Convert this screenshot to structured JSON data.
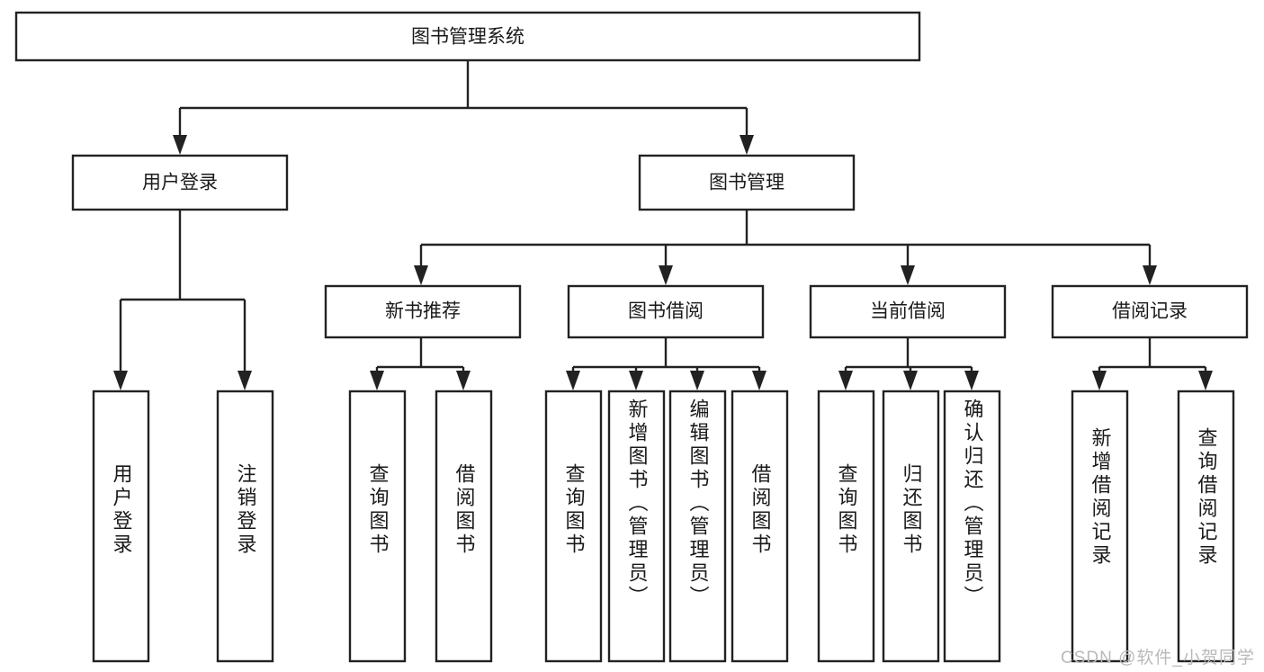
{
  "diagram": {
    "type": "tree",
    "title": "图书管理系统",
    "root": {
      "id": "root",
      "label": "图书管理系统",
      "orientation": "horizontal"
    },
    "level1": [
      {
        "id": "user-login",
        "label": "用户登录",
        "orientation": "horizontal"
      },
      {
        "id": "book-management",
        "label": "图书管理",
        "orientation": "horizontal"
      }
    ],
    "level2": [
      {
        "id": "new-book-recommend",
        "label": "新书推荐",
        "orientation": "horizontal",
        "parent": "book-management"
      },
      {
        "id": "book-borrow",
        "label": "图书借阅",
        "orientation": "horizontal",
        "parent": "book-management"
      },
      {
        "id": "current-borrow",
        "label": "当前借阅",
        "orientation": "horizontal",
        "parent": "book-management"
      },
      {
        "id": "borrow-record",
        "label": "借阅记录",
        "orientation": "horizontal",
        "parent": "book-management"
      }
    ],
    "leaves": [
      {
        "id": "leaf-user-login",
        "label": "用户登录",
        "orientation": "vertical",
        "parent": "user-login"
      },
      {
        "id": "leaf-user-logout",
        "label": "注销登录",
        "orientation": "vertical",
        "parent": "user-login"
      },
      {
        "id": "leaf-query-book-1",
        "label": "查询图书",
        "orientation": "vertical",
        "parent": "new-book-recommend"
      },
      {
        "id": "leaf-borrow-book-1",
        "label": "借阅图书",
        "orientation": "vertical",
        "parent": "new-book-recommend"
      },
      {
        "id": "leaf-query-book-2",
        "label": "查询图书",
        "orientation": "vertical",
        "parent": "book-borrow"
      },
      {
        "id": "leaf-add-book",
        "label": "新增图书（管理员）",
        "orientation": "vertical",
        "parent": "book-borrow"
      },
      {
        "id": "leaf-edit-book",
        "label": "编辑图书（管理员）",
        "orientation": "vertical",
        "parent": "book-borrow"
      },
      {
        "id": "leaf-borrow-book-2",
        "label": "借阅图书",
        "orientation": "vertical",
        "parent": "book-borrow"
      },
      {
        "id": "leaf-query-book-3",
        "label": "查询图书",
        "orientation": "vertical",
        "parent": "current-borrow"
      },
      {
        "id": "leaf-return-book",
        "label": "归还图书",
        "orientation": "vertical",
        "parent": "current-borrow"
      },
      {
        "id": "leaf-confirm-return",
        "label": "确认归还（管理员）",
        "orientation": "vertical",
        "parent": "current-borrow"
      },
      {
        "id": "leaf-add-borrow-record",
        "label": "新增借阅记录",
        "orientation": "vertical",
        "parent": "borrow-record"
      },
      {
        "id": "leaf-query-borrow-record",
        "label": "查询借阅记录",
        "orientation": "vertical",
        "parent": "borrow-record"
      }
    ],
    "colors": {
      "box_stroke": "#222222",
      "box_fill": "#ffffff",
      "text": "#1a1a1a",
      "connector": "#222222",
      "background": "#ffffff",
      "watermark": "#b9b9b9"
    }
  },
  "watermark": {
    "text": "CSDN @软件_小贺同学"
  }
}
